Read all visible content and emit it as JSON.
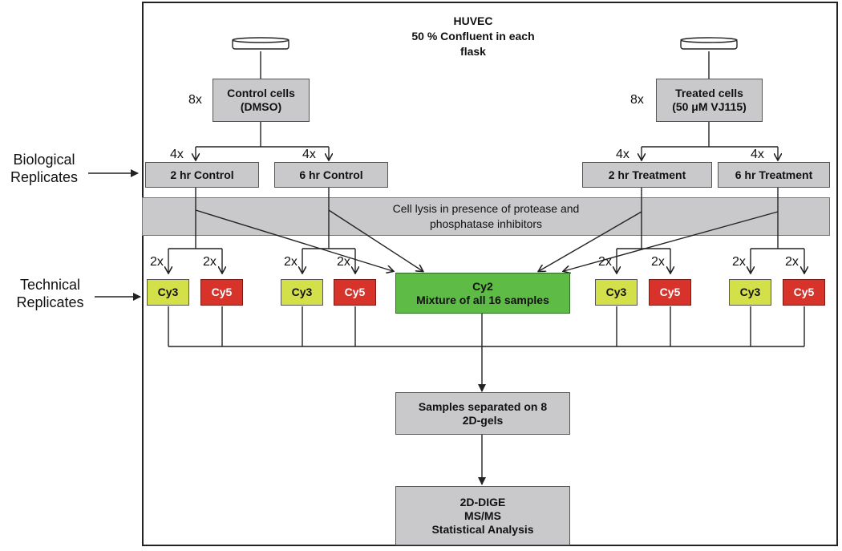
{
  "header": {
    "line1": "HUVEC",
    "line2": "50 % Confluent in each",
    "line3": "flask"
  },
  "left_labels": {
    "bio_line1": "Biological",
    "bio_line2": "Replicates",
    "tech_line1": "Technical",
    "tech_line2": "Replicates"
  },
  "control": {
    "count": "8x",
    "line1": "Control cells",
    "line2": "(DMSO)"
  },
  "treated": {
    "count": "8x",
    "line1": "Treated cells",
    "line2": "(50 μM VJ115)"
  },
  "bio_count": "4x",
  "tech_count": "2x",
  "groups": {
    "c2": "2 hr Control",
    "c6": "6 hr Control",
    "t2": "2 hr Treatment",
    "t6": "6 hr Treatment"
  },
  "lysis": {
    "line1": "Cell lysis in presence of protease and",
    "line2": "phosphatase inhibitors"
  },
  "dyes": {
    "cy3": "Cy3",
    "cy5": "Cy5"
  },
  "mixture": {
    "line1": "Cy2",
    "line2": "Mixture of all 16 samples"
  },
  "separation": {
    "line1": "Samples separated on 8",
    "line2": "2D-gels"
  },
  "analysis": {
    "line1": "2D-DIGE",
    "line2": "MS/MS",
    "line3": "Statistical Analysis"
  },
  "colors": {
    "cy3": "#d4e04a",
    "cy5": "#d8332b",
    "cy2": "#5dbb46",
    "box_gray": "#c9c9cb"
  }
}
